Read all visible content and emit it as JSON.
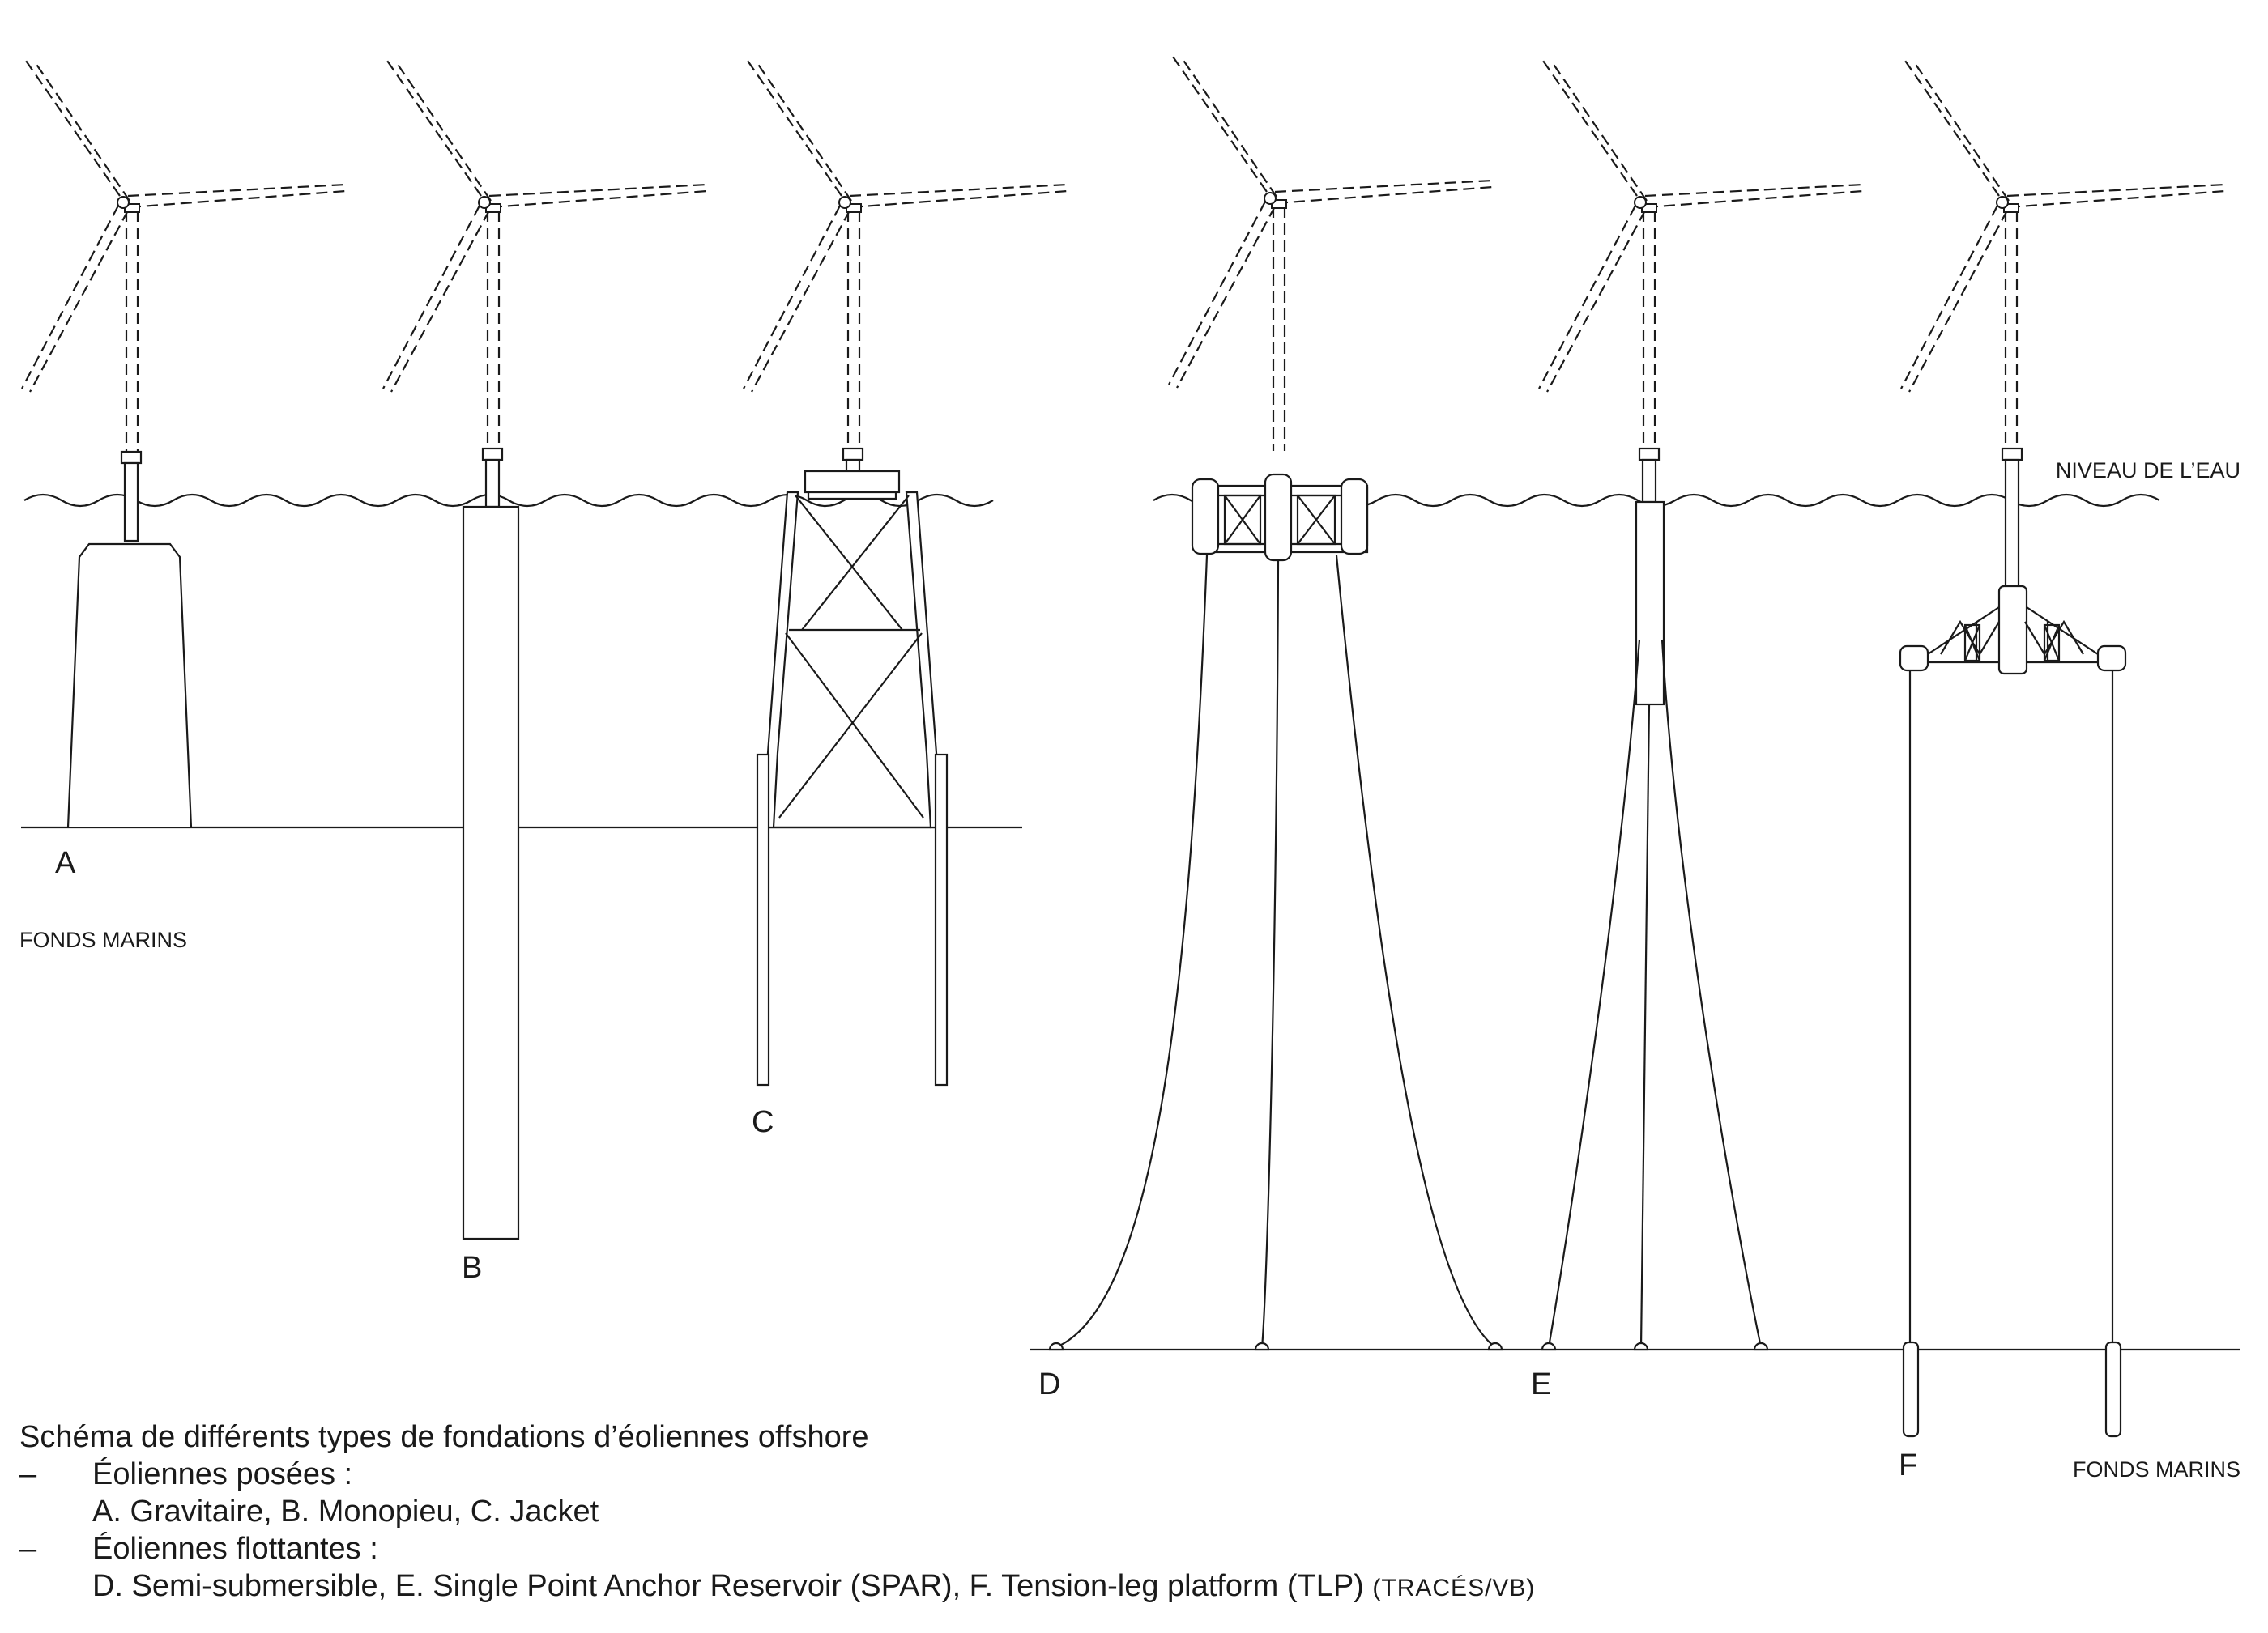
{
  "labels": {
    "a": "A",
    "b": "B",
    "c": "C",
    "d": "D",
    "e": "E",
    "f": "F",
    "seabed_left": "FONDS MARINS",
    "seabed_right": "FONDS MARINS",
    "water_level": "NIVEAU DE L’EAU"
  },
  "caption": {
    "title": "Schéma de différents types de fondations d’éoliennes offshore",
    "dash1": "–",
    "group1": "Éoliennes posées :",
    "group1_items": "A. Gravitaire, B. Monopieu, C. Jacket",
    "dash2": "–",
    "group2": "Éoliennes flottantes :",
    "group2_items": "D. Semi-submersible, E. Single Point Anchor Reservoir (SPAR), F. Tension-leg platform (TLP)",
    "credit": "(TRACÉS/VB)"
  },
  "colors": {
    "stroke": "#1a1a1a",
    "background": "#ffffff"
  }
}
